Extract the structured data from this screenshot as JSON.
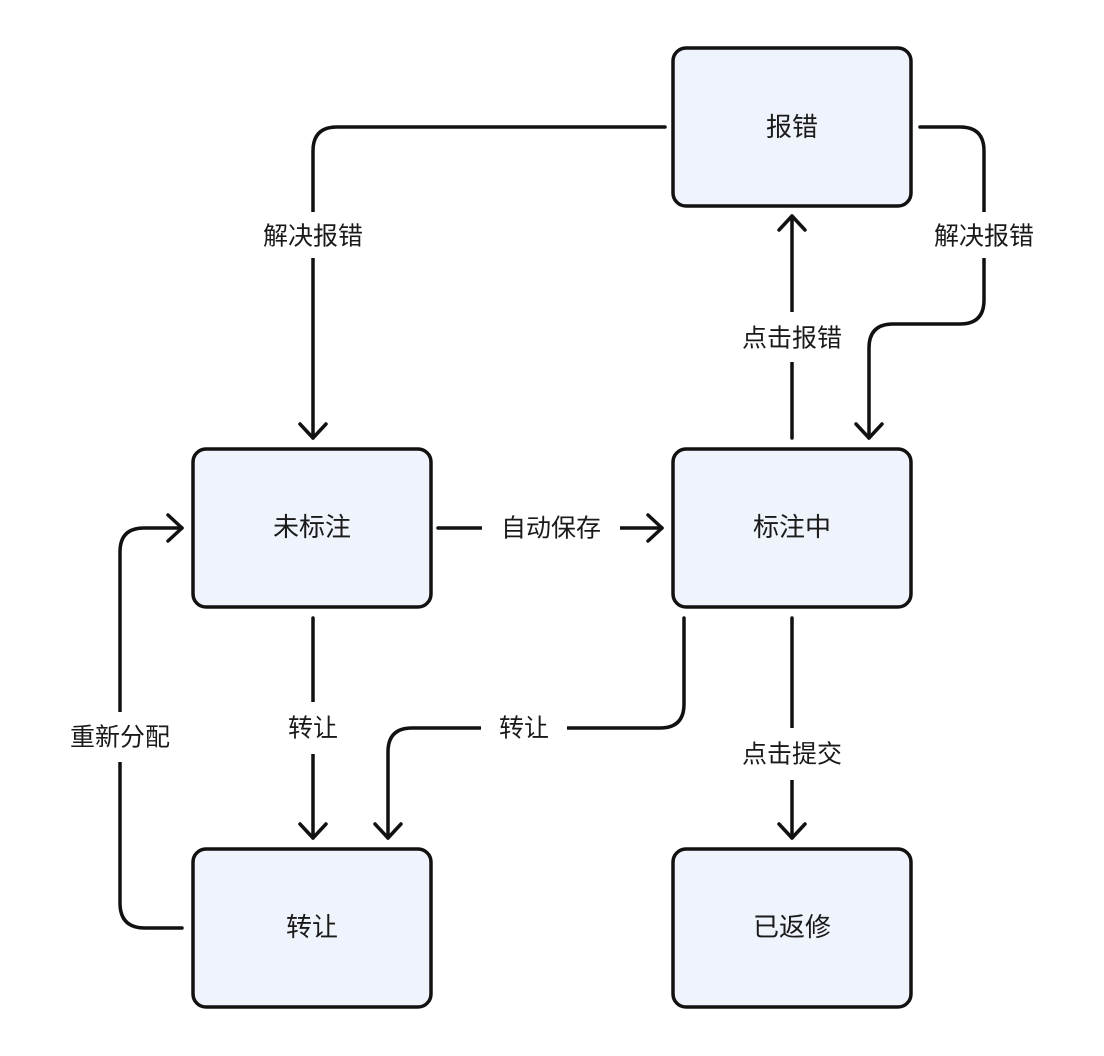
{
  "nodes": {
    "report_error": "报错",
    "unlabeled": "未标注",
    "labeling": "标注中",
    "transferred": "转让",
    "returned": "已返修"
  },
  "edges": {
    "resolve_error_left": "解决报错",
    "resolve_error_right": "解决报错",
    "click_report_error": "点击报错",
    "auto_save": "自动保存",
    "transfer_from_unlabeled": "转让",
    "transfer_from_labeling": "转让",
    "click_submit": "点击提交",
    "reassign": "重新分配"
  },
  "colors": {
    "node_fill": "#eef3fc",
    "stroke": "#111111",
    "background": "#ffffff"
  }
}
